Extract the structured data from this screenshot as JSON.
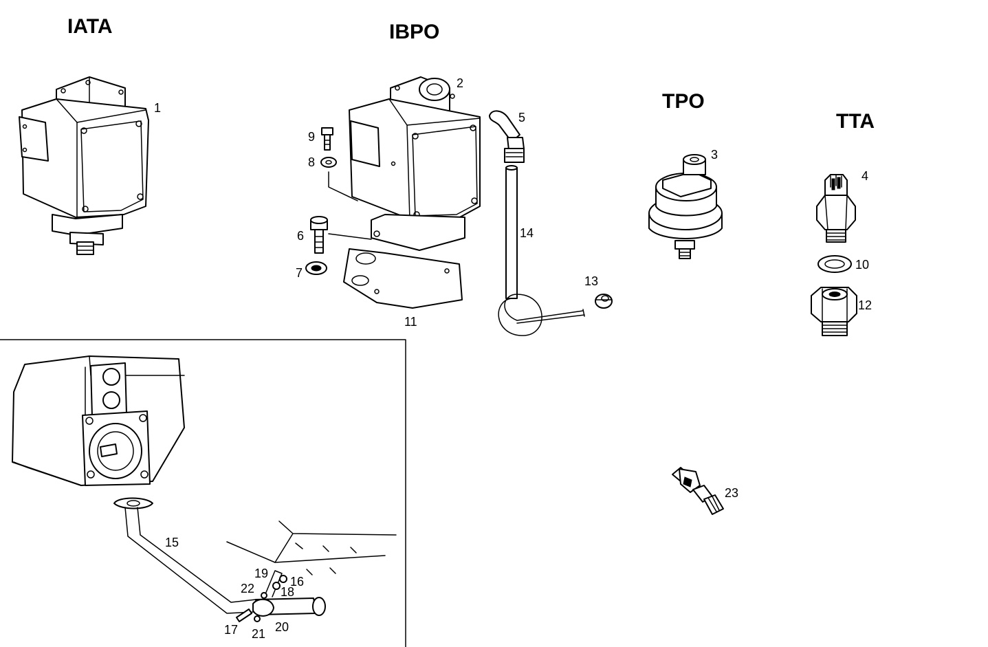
{
  "sections": {
    "iata": "IATA",
    "ibpo": "IBPO",
    "tpo": "TPO",
    "tta": "TTA"
  },
  "callouts": {
    "c1": "1",
    "c2": "2",
    "c3": "3",
    "c4": "4",
    "c5": "5",
    "c6": "6",
    "c7": "7",
    "c8": "8",
    "c9": "9",
    "c10": "10",
    "c11": "11",
    "c12": "12",
    "c13": "13",
    "c14": "14",
    "c15": "15",
    "c16": "16",
    "c17": "17",
    "c18": "18",
    "c19": "19",
    "c20": "20",
    "c21": "21",
    "c22": "22",
    "c23": "23"
  }
}
